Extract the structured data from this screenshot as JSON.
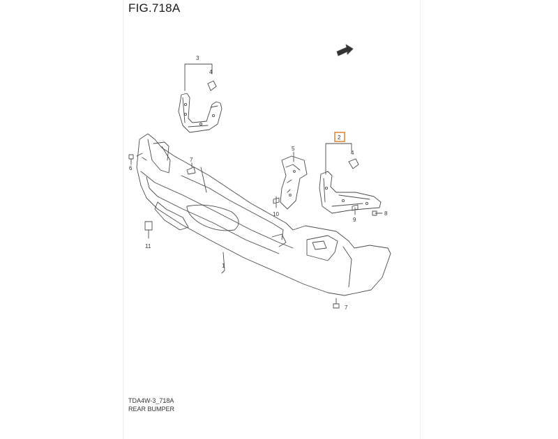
{
  "figure": {
    "title": "FIG.718A"
  },
  "caption": {
    "code": "TDA4W-3_718A",
    "name": "REAR BUMPER"
  },
  "fwd_label": "FWD",
  "callouts": {
    "c1": "1",
    "c2": "2",
    "c3": "3",
    "c4a": "4",
    "c4b": "4",
    "c5": "5",
    "c6": "6",
    "c7a": "7",
    "c7b": "7",
    "c8": "8",
    "c9": "9",
    "c10": "10",
    "c11": "11"
  },
  "colors": {
    "line": "#4a4a4a",
    "highlight": "#e08a3c"
  }
}
